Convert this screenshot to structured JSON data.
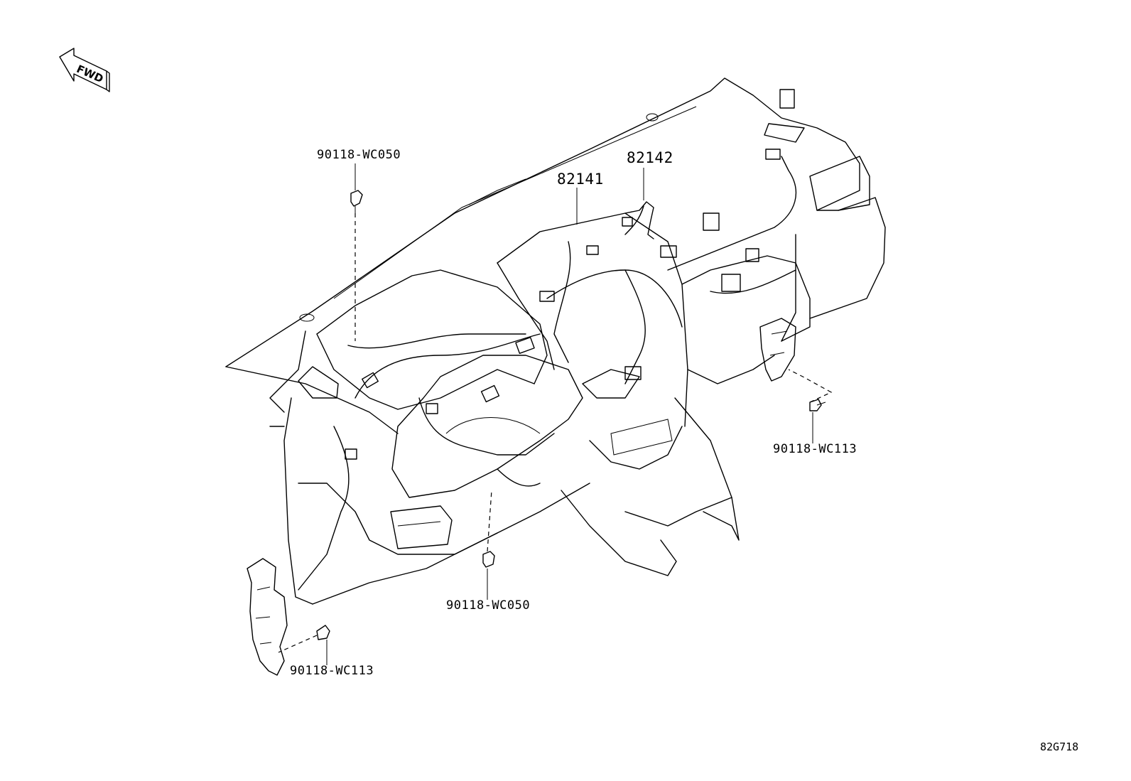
{
  "direction_indicator": {
    "text": "FWD"
  },
  "parts": [
    {
      "id": "bolt-top-left",
      "number": "90118-WC050"
    },
    {
      "id": "wire-82141",
      "number": "82141"
    },
    {
      "id": "wire-82142",
      "number": "82142"
    },
    {
      "id": "bolt-right",
      "number": "90118-WC113"
    },
    {
      "id": "bolt-bottom-center",
      "number": "90118-WC050"
    },
    {
      "id": "bolt-bottom-left",
      "number": "90118-WC113"
    }
  ],
  "diagram_code": "82G718"
}
